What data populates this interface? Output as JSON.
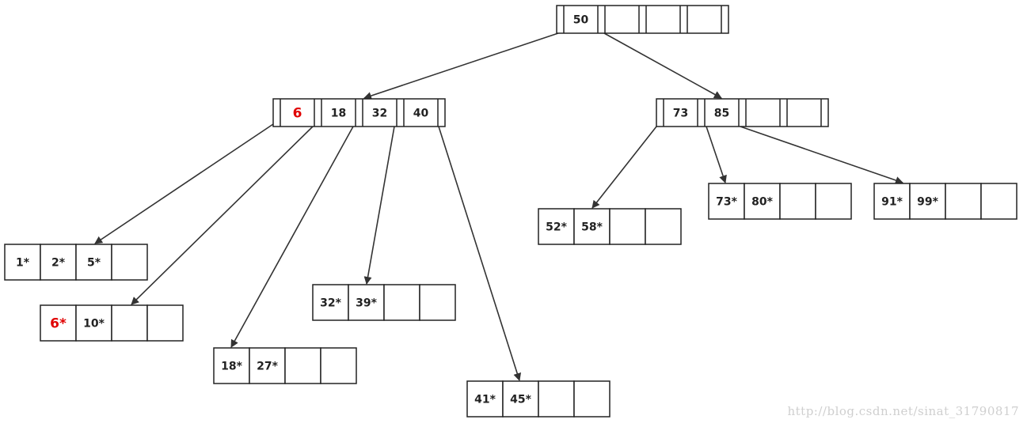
{
  "root": {
    "keys": [
      "50",
      "",
      "",
      ""
    ],
    "children": [
      "internal-left",
      "internal-right"
    ]
  },
  "internal_left": {
    "keys": [
      "6",
      "18",
      "32",
      "40"
    ],
    "highlight": "6",
    "children": [
      "leaf-1",
      "leaf-6",
      "leaf-18",
      "leaf-32",
      "leaf-41"
    ]
  },
  "internal_right": {
    "keys": [
      "73",
      "85",
      "",
      ""
    ],
    "children": [
      "leaf-52",
      "leaf-73",
      "leaf-91"
    ]
  },
  "leaves": {
    "leaf-1": [
      "1*",
      "2*",
      "5*",
      ""
    ],
    "leaf-6": [
      "6*",
      "10*",
      "",
      ""
    ],
    "leaf-18": [
      "18*",
      "27*",
      "",
      ""
    ],
    "leaf-32": [
      "32*",
      "39*",
      "",
      ""
    ],
    "leaf-41": [
      "41*",
      "45*",
      "",
      ""
    ],
    "leaf-52": [
      "52*",
      "58*",
      "",
      ""
    ],
    "leaf-73": [
      "73*",
      "80*",
      "",
      ""
    ],
    "leaf-91": [
      "91*",
      "99*",
      "",
      ""
    ]
  },
  "highlight_leaf_key": "6*",
  "colors": {
    "highlight": "#e00000",
    "stroke": "#222222"
  },
  "watermark": "http://blog.csdn.net/sinat_31790817"
}
